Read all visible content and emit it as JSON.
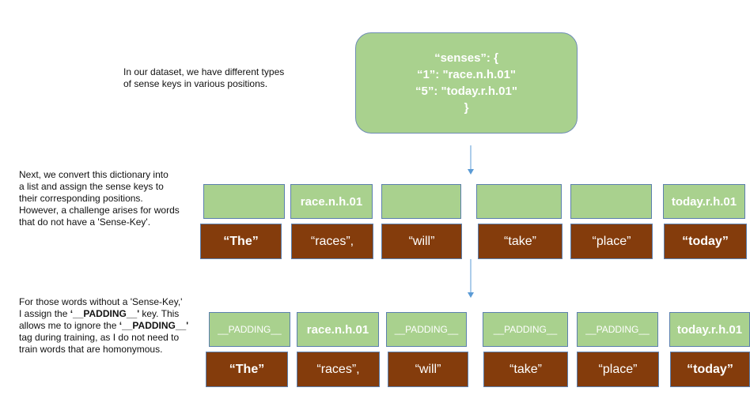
{
  "notes": {
    "intro_line1": "In our dataset, we have different types",
    "intro_line2": "of sense keys in various positions.",
    "convert_line1": "Next, we convert this dictionary into",
    "convert_line2": "a list and assign the sense keys to",
    "convert_line3": "their corresponding positions.",
    "convert_line4": "However, a challenge arises for words",
    "convert_line5": "that do not have a 'Sense-Key'.",
    "padding_line1": "For those words without a 'Sense-Key,'",
    "padding_line2_a": "I assign the ",
    "padding_line2_b": "‘__PADDING__'",
    "padding_line2_c": " key. This",
    "padding_line3_a": "allows me to ignore the ",
    "padding_line3_b": "‘__PADDING__'",
    "padding_line4": "tag during training, as I do not need to",
    "padding_line5": "train words that are homonymous."
  },
  "senses_box": {
    "line1": "“senses”: {",
    "line2": "“1”: \"race.n.h.01\"",
    "line3": "“5”: \"today.r.h.01\"",
    "line4": "}"
  },
  "row1_senses": [
    "",
    "race.n.h.01",
    "",
    "",
    "",
    "today.r.h.01"
  ],
  "row1_words": [
    "“The”",
    "“races”,",
    "“will”",
    "“take”",
    "“place”",
    "“today”"
  ],
  "row2_senses": [
    "__PADDING__",
    "race.n.h.01",
    "__PADDING__",
    "__PADDING__",
    "__PADDING__",
    "today.r.h.01"
  ],
  "row2_words": [
    "“The”",
    "“races”,",
    "“will”",
    "“take”",
    "“place”",
    "“today”"
  ],
  "colors": {
    "green": "#a9d18e",
    "brown": "#843c0c",
    "border": "#5b7fae",
    "arrow": "#5b9bd5"
  }
}
